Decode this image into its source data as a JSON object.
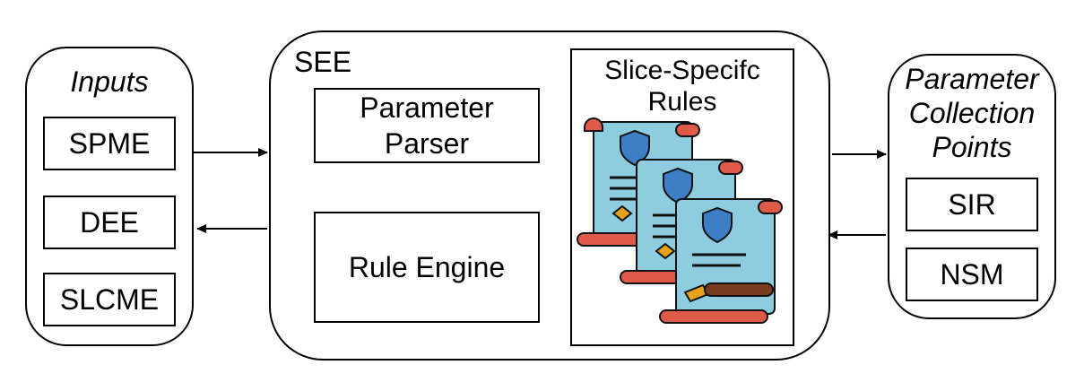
{
  "inputs": {
    "title": "Inputs",
    "items": [
      "SPME",
      "DEE",
      "SLCME"
    ]
  },
  "see": {
    "title": "SEE",
    "parameter_parser": "Parameter Parser",
    "rule_engine": "Rule Engine",
    "slice_rules": {
      "title": "Slice-Specifc Rules"
    }
  },
  "collection_points": {
    "title": "Parameter Collection Points",
    "items": [
      "SIR",
      "NSM"
    ]
  },
  "colors": {
    "scroll_paper": "#8ecde0",
    "scroll_edge": "#e05a4a",
    "shield": "#3d7fc4",
    "nib": "#e6a21c",
    "brush_handle": "#7a3b1e",
    "outline": "#111111"
  }
}
